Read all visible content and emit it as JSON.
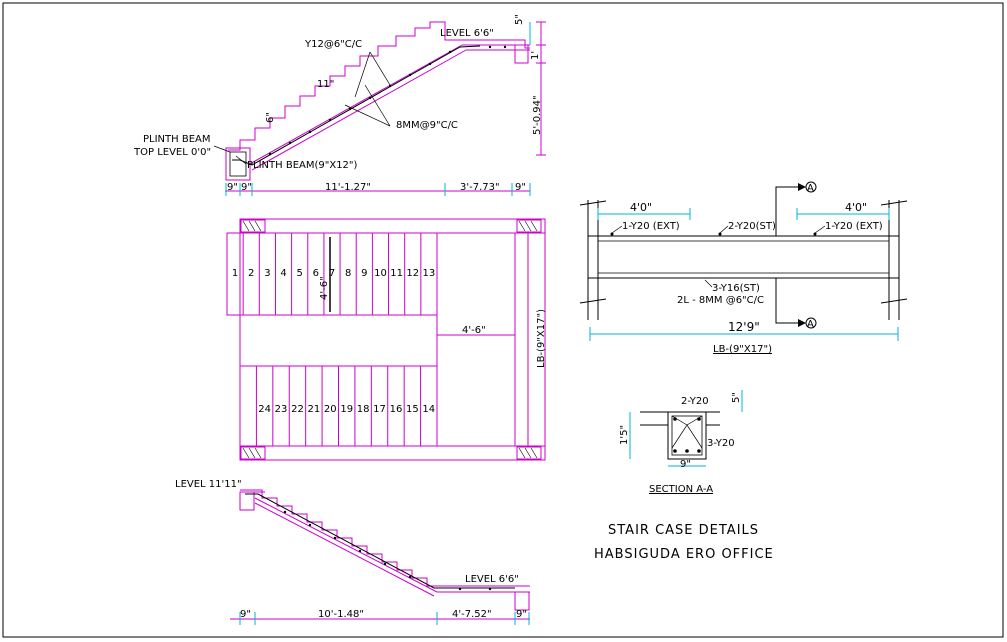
{
  "top_stair": {
    "level_top": "LEVEL  6'6\"",
    "rebar_main": "Y12@6\"C/C",
    "rebar_dist": "8MM@9\"C/C",
    "tread": "11\"",
    "riser": "6\"",
    "plinth_beam_line1": "PLINTH BEAM",
    "plinth_beam_line2": "TOP LEVEL  0'0\"",
    "plinth_beam_size": "PLINTH BEAM(9\"X12\")",
    "dim_top_right": "5\"",
    "dim_right_small": "1'",
    "dim_height": "5'-0.94\"",
    "dims_bottom": [
      "9\"",
      "9\"",
      "11'-1.27\"",
      "3'-7.73\"",
      "9\""
    ]
  },
  "plan": {
    "steps_upper": [
      "1",
      "2",
      "3",
      "4",
      "5",
      "6",
      "7",
      "8",
      "9",
      "10",
      "11",
      "12",
      "13"
    ],
    "steps_lower": [
      "24",
      "23",
      "22",
      "21",
      "20",
      "19",
      "18",
      "17",
      "16",
      "15",
      "14"
    ],
    "landing_width": "4'-6\"",
    "flight_width": "4'-6\"",
    "beam_label": "LB-(9\"X17\")"
  },
  "bottom_stair": {
    "level_top": "LEVEL  11'11\"",
    "level_bottom": "LEVEL  6'6\"",
    "dims_bottom": [
      "9\"",
      "10'-1.48\"",
      "4'-7.52\"",
      "9\""
    ]
  },
  "beam": {
    "left_top": "4'0\"",
    "right_top": "4'0\"",
    "bar_left": "1-Y20 (EXT)",
    "bar_mid": "2-Y20(ST)",
    "bar_right": "1-Y20 (EXT)",
    "bar_bottom": "3-Y16(ST)",
    "stirrup": "2L - 8MM @6\"C/C",
    "span": "12'9\"",
    "label": "LB-(9\"X17\")",
    "section_marker": "A"
  },
  "section": {
    "top_bars": "2-Y20",
    "bottom_bars": "3-Y20",
    "width": "9\"",
    "depth": "1'5\"",
    "slab": "5\"",
    "title": "SECTION A-A"
  },
  "title": {
    "line1": "STAIR CASE DETAILS",
    "line2": "HABSIGUDA ERO OFFICE"
  }
}
